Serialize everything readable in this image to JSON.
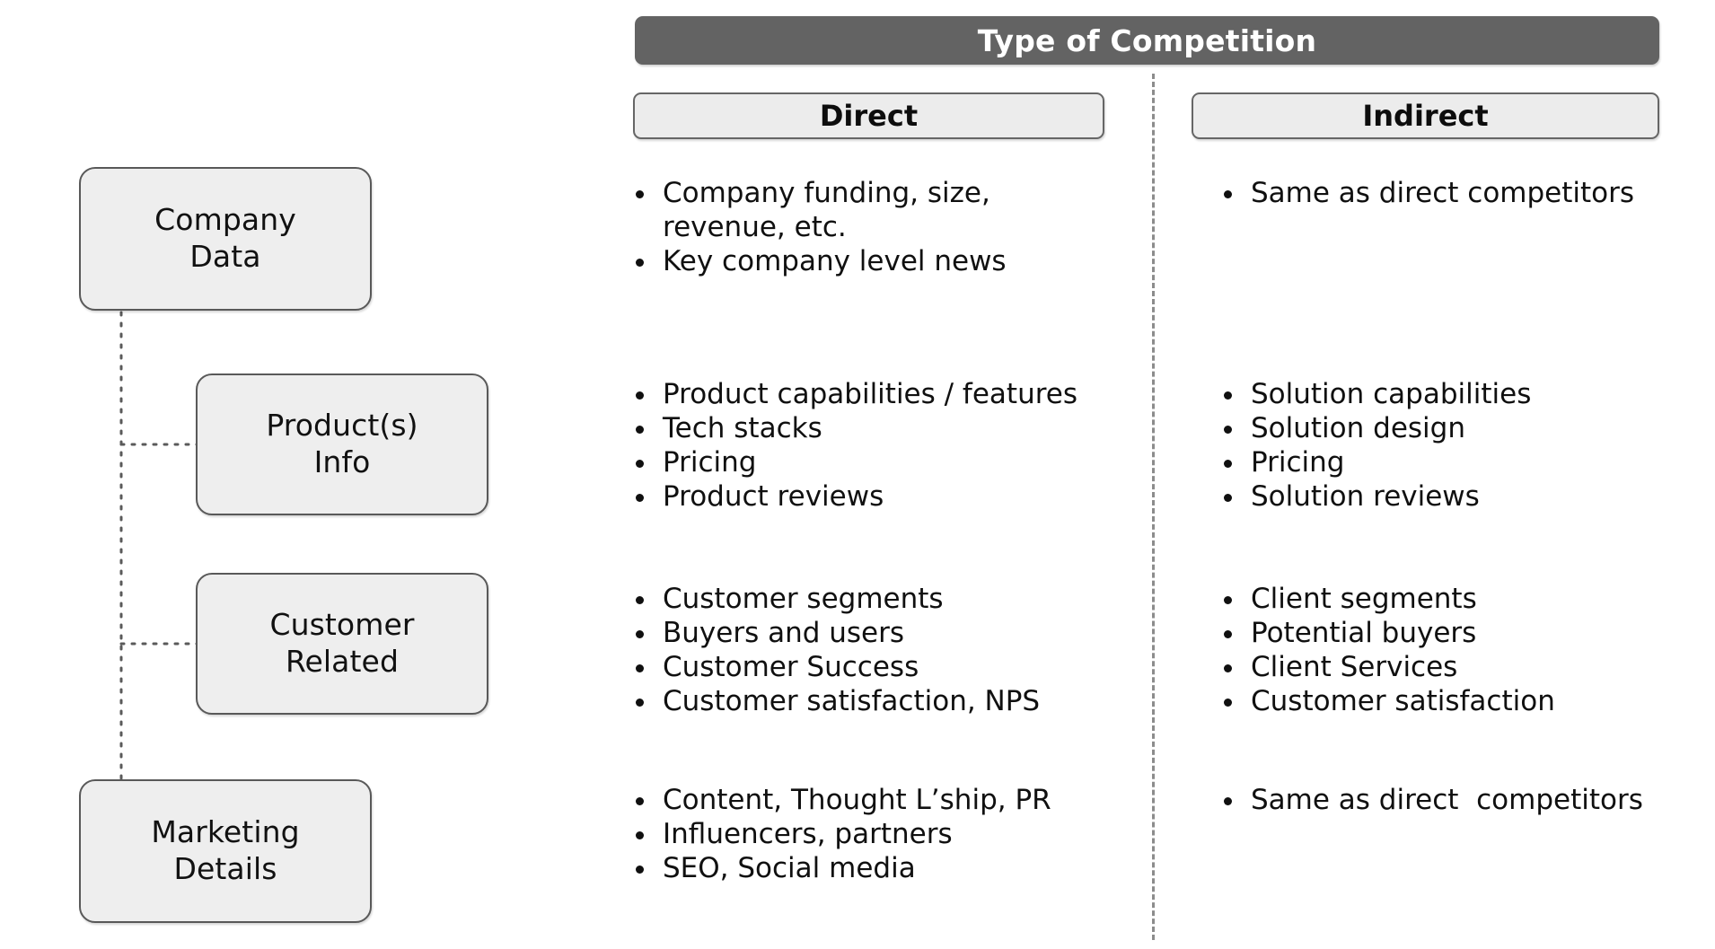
{
  "banner": {
    "title": "Type of Competition",
    "background": "#636363",
    "text_color": "#ffffff"
  },
  "columns": [
    {
      "id": "direct",
      "label": "Direct"
    },
    {
      "id": "indirect",
      "label": "Indirect"
    }
  ],
  "categories": [
    {
      "id": "company",
      "label": "Company\nData"
    },
    {
      "id": "product",
      "label": "Product(s)\nInfo"
    },
    {
      "id": "customer",
      "label": "Customer\nRelated"
    },
    {
      "id": "marketing",
      "label": "Marketing\nDetails"
    }
  ],
  "rows": [
    {
      "category": "Company Data",
      "direct": [
        "Company funding, size,",
        "revenue, etc.",
        "Key company level news"
      ],
      "direct_bullets": [
        true,
        false,
        true
      ],
      "indirect": [
        "Same as direct competitors"
      ],
      "indirect_bullets": [
        true
      ]
    },
    {
      "category": "Product(s) Info",
      "direct": [
        "Product capabilities / features",
        "Tech stacks",
        "Pricing",
        "Product reviews"
      ],
      "direct_bullets": [
        true,
        true,
        true,
        true
      ],
      "indirect": [
        "Solution capabilities",
        "Solution design",
        "Pricing",
        "Solution reviews"
      ],
      "indirect_bullets": [
        true,
        true,
        true,
        true
      ]
    },
    {
      "category": "Customer Related",
      "direct": [
        "Customer segments",
        "Buyers and users",
        "Customer Success",
        "Customer satisfaction, NPS"
      ],
      "direct_bullets": [
        true,
        true,
        true,
        true
      ],
      "indirect": [
        "Client segments",
        "Potential buyers",
        "Client Services",
        "Customer satisfaction"
      ],
      "indirect_bullets": [
        true,
        true,
        true,
        true
      ]
    },
    {
      "category": "Marketing Details",
      "direct": [
        "Content, Thought L’ship, PR",
        "Influencers, partners",
        "SEO, Social media"
      ],
      "direct_bullets": [
        true,
        true,
        true
      ],
      "indirect": [
        "Same as direct  competitors"
      ],
      "indirect_bullets": [
        true
      ]
    }
  ],
  "style": {
    "node_fill": "#eeeeee",
    "node_border": "#595959",
    "column_head_fill": "#ececec",
    "divider_color": "#8c8c8c",
    "connector_color": "#5a5a5a"
  }
}
